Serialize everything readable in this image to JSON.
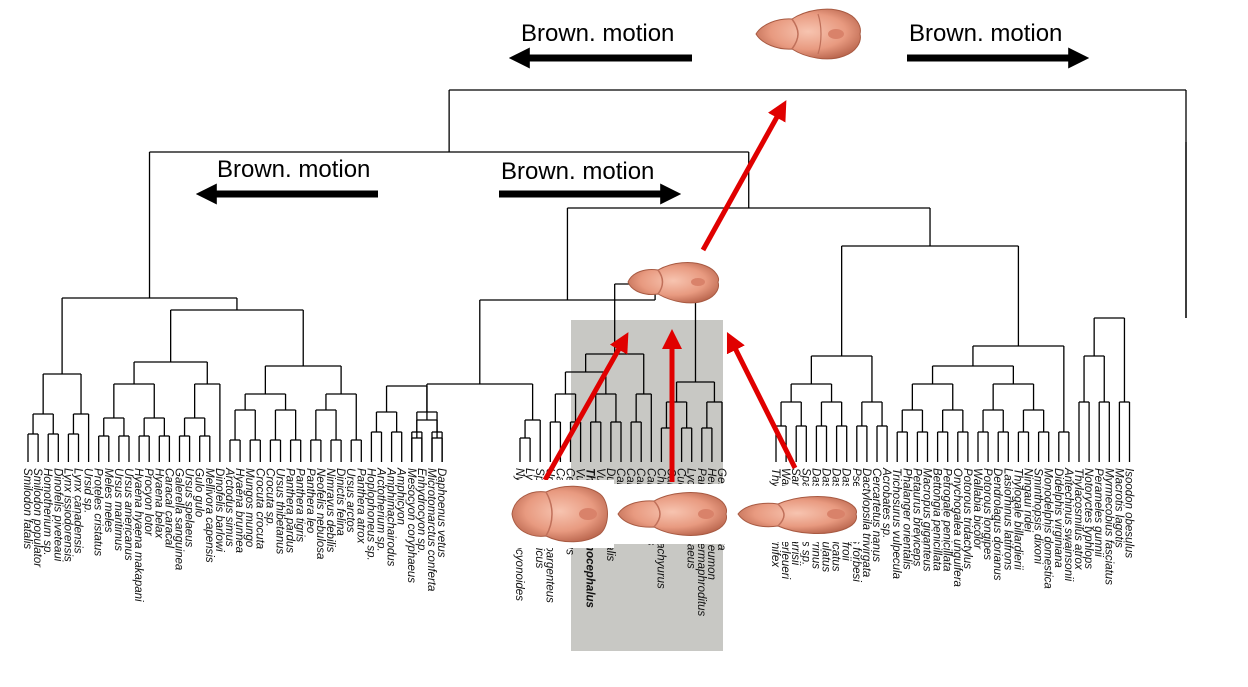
{
  "motion_labels": [
    "Brown. motion",
    "Brown. motion",
    "Brown. motion",
    "Brown. motion"
  ],
  "colors": {
    "branch": "#000000",
    "arrow": "#e00000",
    "skull": "#e89a80",
    "highlight": "#c8c8c4"
  },
  "icons": {
    "skull": "skull-icon",
    "arrow": "arrow-icon"
  },
  "taxa_left": [
    "Smilodon fatalis",
    "Smilodon populator",
    "Homotherium sp.",
    "Dinofelis piveteaui",
    "Lynx issiodorensis",
    "Lynx canadensis",
    "Ursid sp.",
    "Proteles cristatus",
    "Meles meles",
    "Ursus maritimus",
    "Ursus americanus",
    "Hyaena hyaena makapani",
    "Procyon lotor",
    "Hyaena belax",
    "Caracal caracal",
    "Galerella sanguinea",
    "Ursus spelaeus",
    "Gulo gulo",
    "Mellivora capensis",
    "Dinofelis barlowi",
    "Arctodus simus",
    "Hyaena brunnea",
    "Mungos mungo",
    "Crocuta crocuta",
    "Crocuta sp.",
    "Ursus thibetanus",
    "Panthera pardus",
    "Panthera tigris",
    "Panthera leo",
    "Neofelis nebulosa",
    "Nimravus debilis",
    "Dinictis felina",
    "Ursus arctos",
    "Panthera atrox",
    "Hoplophoneus sp.",
    "Arctotherium sp.",
    "Amphimachairodus",
    "Amphicyon",
    "Mesocyon coryphaeus",
    "Enhydrocyon sp.",
    "Microtomarctus conferta",
    "Daphoenus vetus"
  ],
  "taxa_middle": [
    "Nyctereutes procyonoides",
    "Lycaon pictus",
    "Speothos venaticus",
    "Urocyon cinereoargenteus",
    "Canis familiaris",
    "Cerdocyon thous",
    "Vulpes vulpes",
    "Thylacinus cynocephalus",
    "Vulpes lagopus",
    "Dusicyon australis",
    "Canis lupus",
    "Canis latrans",
    "Canis aureus",
    "Canis simensis",
    "Chrysocyon brachyurus",
    "Canis dirus",
    "Cuon alpinus",
    "Lycalopex culpaeus",
    "Paradoxurus hermaphroditus",
    "Herpestes ichneumon",
    "Genetta genetta"
  ],
  "taxa_right": [
    "Thylacoleo carnifex",
    "Wakaleo vanderleueri",
    "Sarcophilus harrisii",
    "Sparassocynus sp.",
    "Dasyurus viverrinus",
    "Dasyurus maculatus",
    "Dasyurus hallucatus",
    "Dasyurus geoffroii",
    "Pseudocheirus forbesi",
    "Dactylopsila trivirgata",
    "Cercartetus nanus",
    "Acrobates sp.",
    "Trichosurus vulpecula",
    "Phalanger orientalis",
    "Petaurus breviceps",
    "Macropus giganteus",
    "Bettongia penicillata",
    "Petrogale penicillata",
    "Onychogalea unguifera",
    "Potorous tridactylus",
    "Wallabia bicolor",
    "Potorous longipes",
    "Dendrolagus dorianus",
    "Lasiorhinus latifrons",
    "Thylogale billardierii",
    "Ningaui ridei",
    "Sminthopsis dixoni",
    "Monodelphis domestica",
    "Didelphis virginiana",
    "Antechinus swainsonii",
    "Thylacosmilus atrox",
    "Notoryctes typhlops",
    "Perameles gunnii",
    "Myrmecobius fasciatus",
    "Macrotis lagotis",
    "Isoodon obesulus"
  ]
}
